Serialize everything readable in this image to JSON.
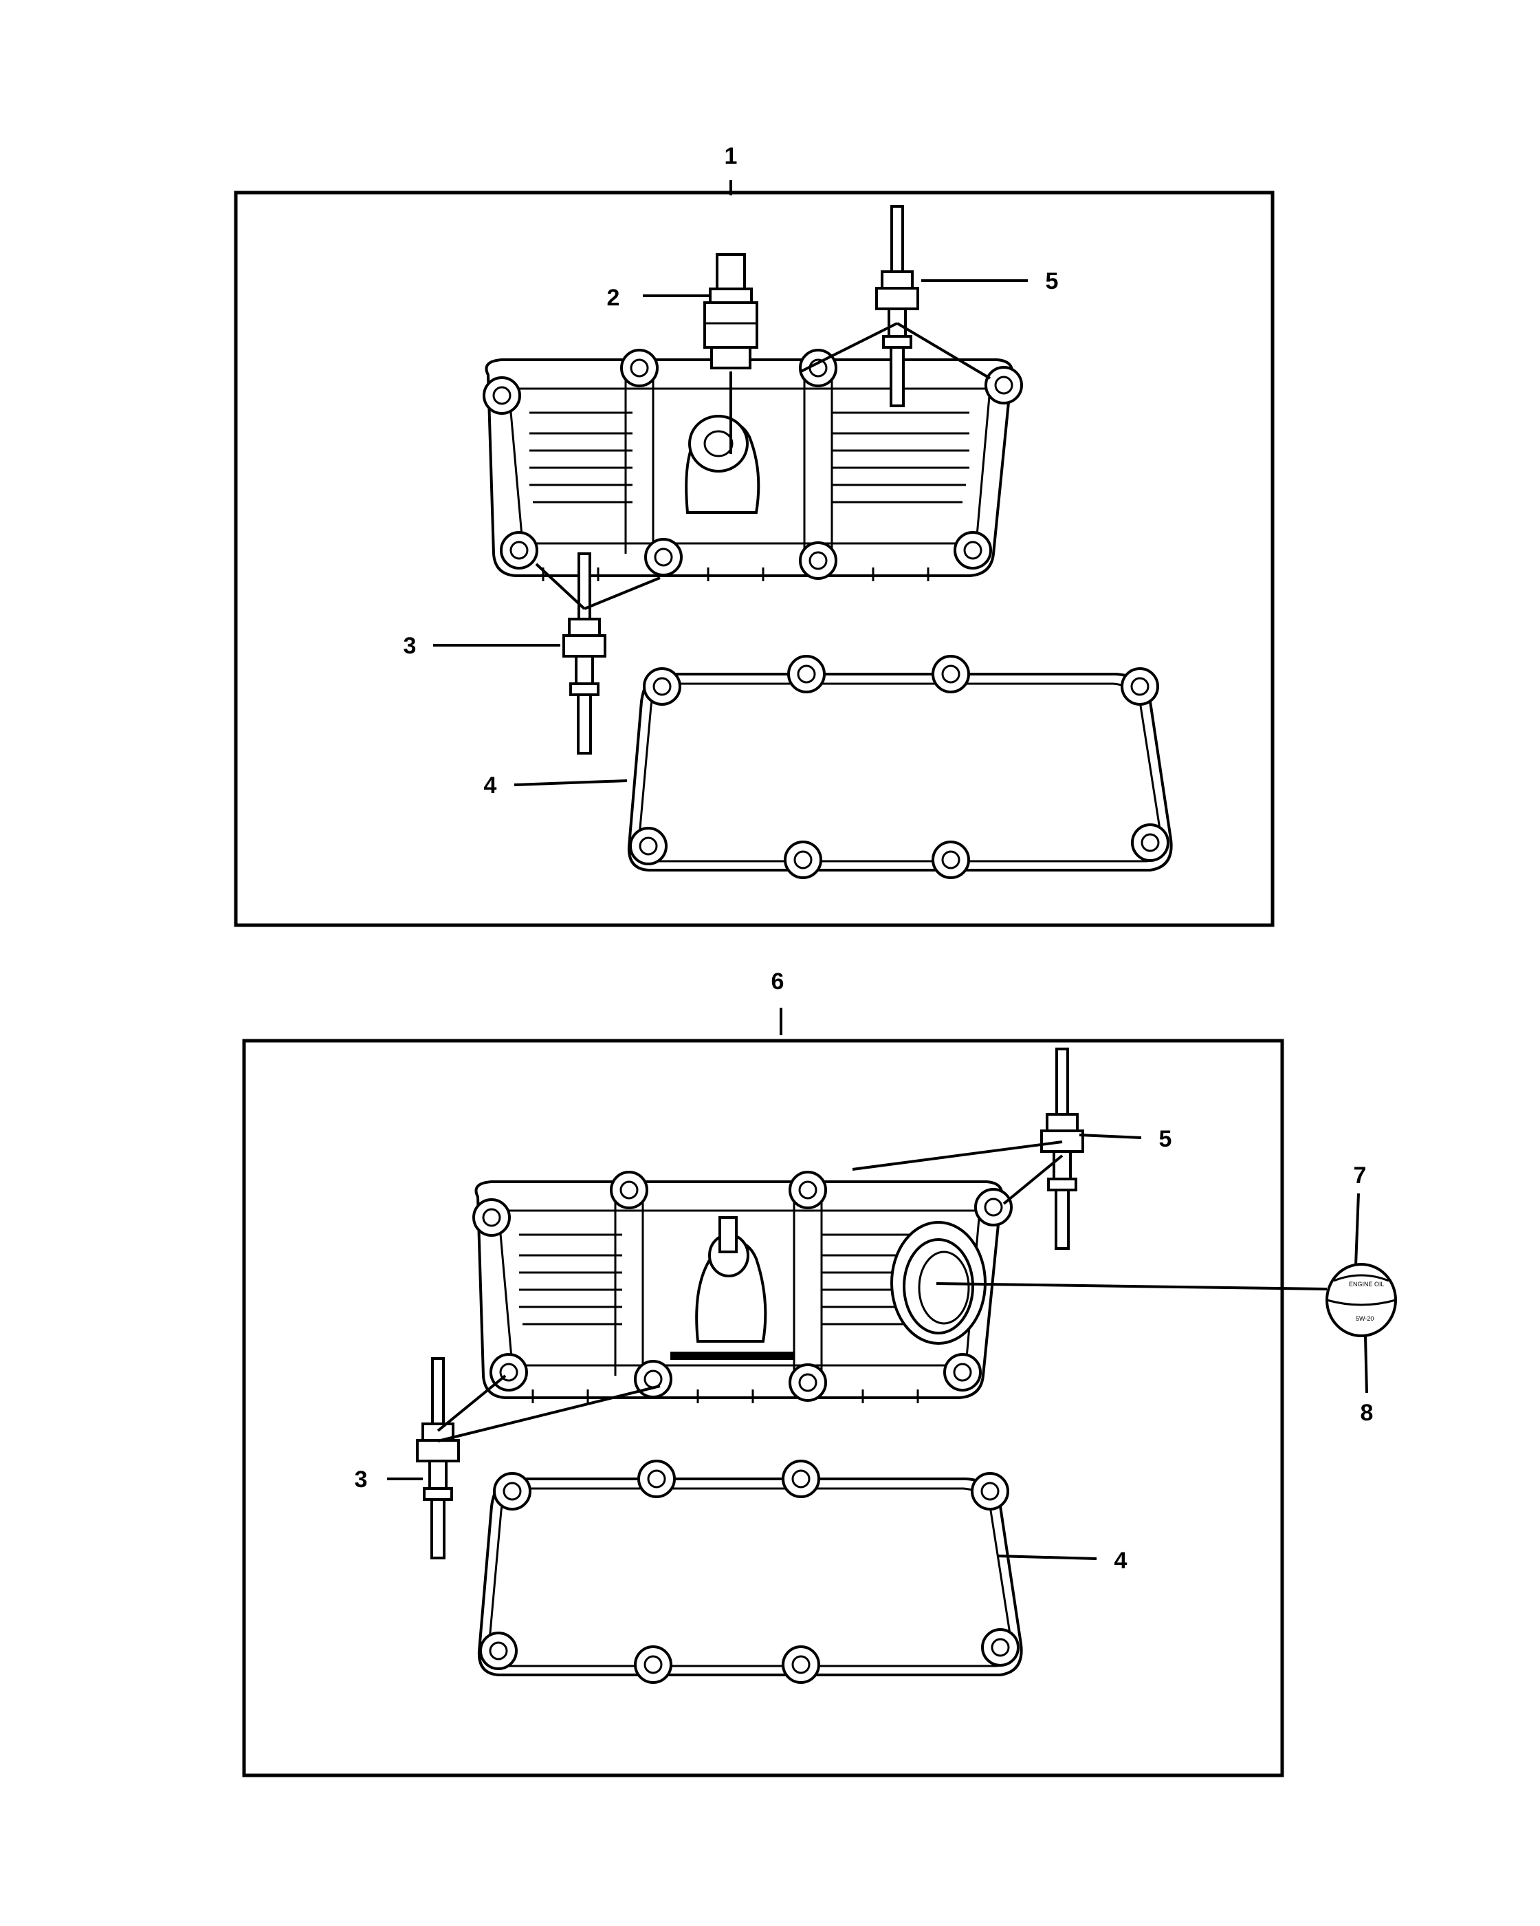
{
  "callouts": {
    "top": {
      "assembly": "1",
      "breather": "2",
      "stud_left": "3",
      "gasket": "4",
      "stud_right": "5"
    },
    "bottom": {
      "assembly": "6",
      "stud_left": "3",
      "gasket": "4",
      "stud_right": "5",
      "cap_top": "7",
      "cap_bottom": "8"
    }
  }
}
